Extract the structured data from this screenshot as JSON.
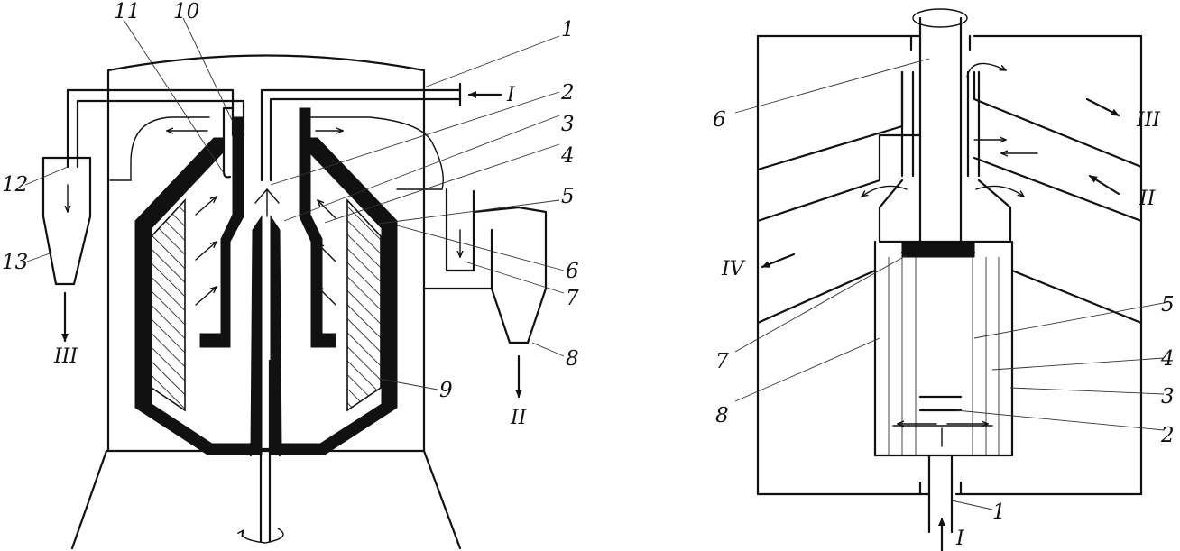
{
  "left_figure": {
    "labels": [
      "1",
      "2",
      "3",
      "4",
      "5",
      "6",
      "7",
      "8",
      "9",
      "10",
      "11",
      "12",
      "13"
    ],
    "streams": {
      "in": "I",
      "out_bottom": "II",
      "out_left": "III"
    }
  },
  "right_figure": {
    "labels": [
      "1",
      "2",
      "3",
      "4",
      "5",
      "6",
      "7",
      "8"
    ],
    "streams": {
      "in": "I",
      "right_mid": "II",
      "right_top": "III",
      "left": "IV"
    }
  }
}
